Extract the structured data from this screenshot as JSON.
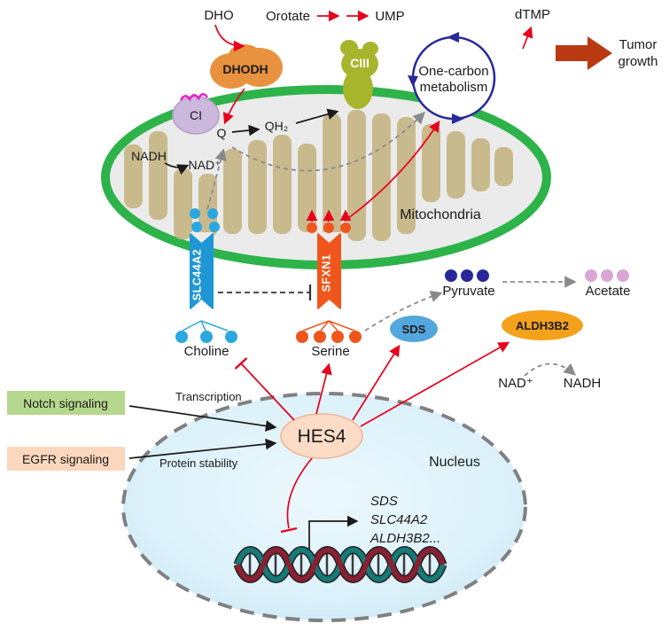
{
  "diagram": {
    "top": {
      "dho": "DHO",
      "orotate": "Orotate",
      "ump": "UMP",
      "dtmp": "dTMP",
      "dhodh": "DHODH",
      "ciii": "CIII",
      "one_carbon_line1": "One-carbon",
      "one_carbon_line2": "metabolism",
      "tumor_line1": "Tumor",
      "tumor_line2": "growth"
    },
    "mito": {
      "label": "Mitochondria",
      "ci": "CI",
      "q": "Q",
      "qh2": "QH₂",
      "nadh": "NADH",
      "nad_plus": "NAD⁺"
    },
    "transporters": {
      "slc44a2": "SLC44A2",
      "sfxn1": "SFXN1"
    },
    "metabolites": {
      "choline": "Choline",
      "serine": "Serine",
      "pyruvate": "Pyruvate",
      "acetate": "Acetate",
      "nad_plus": "NAD⁺",
      "nadh": "NADH"
    },
    "enzymes": {
      "sds": "SDS",
      "aldh3b2": "ALDH3B2"
    },
    "signaling": {
      "notch": "Notch signaling",
      "egfr": "EGFR signaling",
      "transcription": "Transcription",
      "protein_stability": "Protein stability"
    },
    "nucleus": {
      "label": "Nucleus",
      "hes4": "HES4",
      "genes": [
        "SDS",
        "SLC44A2",
        "ALDH3B2..."
      ]
    }
  },
  "colors": {
    "mito_membrane": "#2db34a",
    "mito_matrix": "#ebebeb",
    "cristae": "#c9ba8e",
    "slc44a2_blue": "#1f97d4",
    "sfxn1_orange": "#f0561c",
    "choline_dot": "#2aa7e0",
    "serine_dot": "#f0561c",
    "pyruvate_dot": "#28289a",
    "acetate_dot": "#d9a7d6",
    "sds_fill": "#53a7dc",
    "aldh3b2_fill": "#f4a11c",
    "notch_fill": "#b6d88e",
    "egfr_fill": "#fbd7bd",
    "hes4_fill": "#fcdcc6",
    "navy": "#28289a",
    "red": "#e8001c",
    "tumor_arrow": "#b93a12",
    "dhodh_fill": "#e8923f",
    "ciii_fill": "#a6b52b",
    "ci_fill": "#cbb8dc",
    "ci_squiggle": "#e91ec8",
    "dna_teal": "#157a78",
    "dna_red": "#8a2033"
  }
}
